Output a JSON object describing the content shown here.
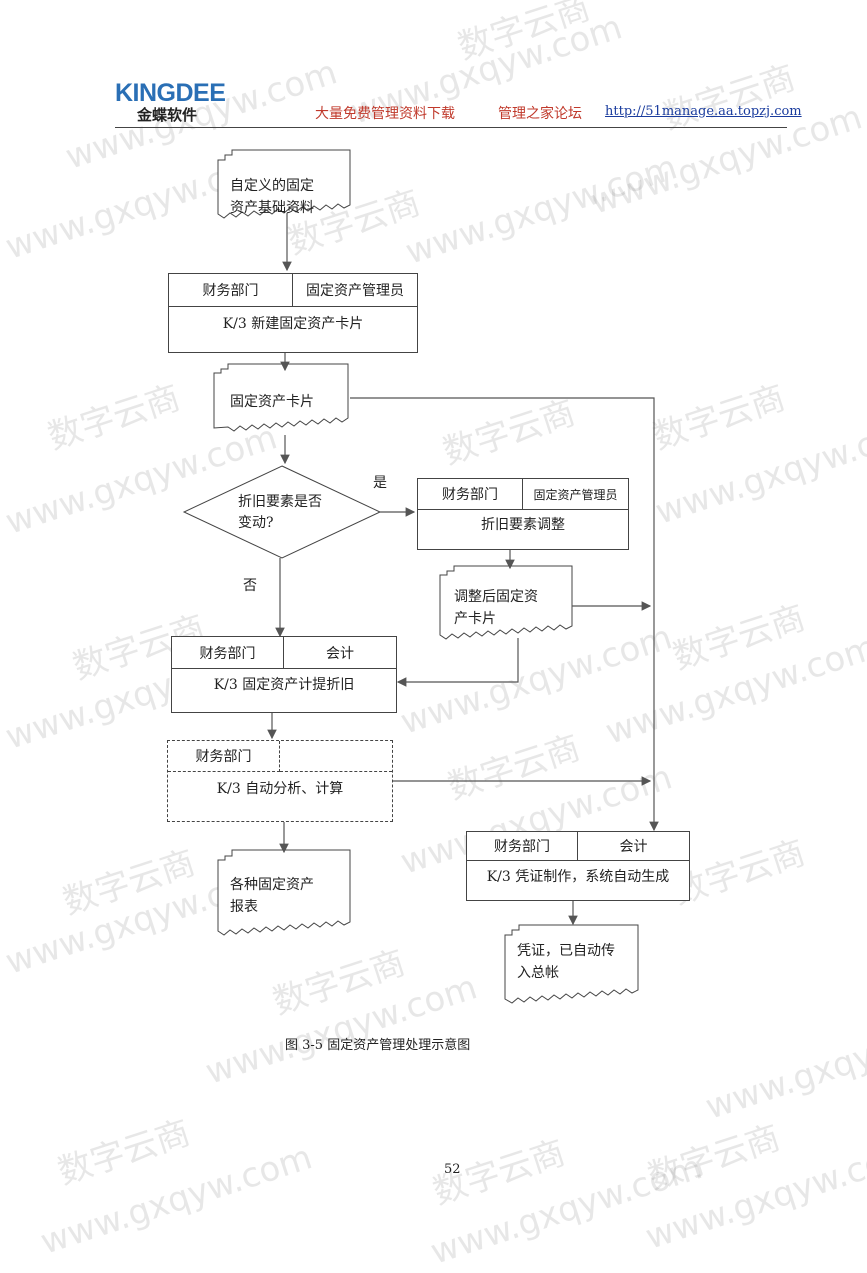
{
  "header": {
    "logo_main": "KINGDEE",
    "logo_sub": "金蝶软件",
    "slogan": "大量免费管理资料下载",
    "forum": "管理之家论坛",
    "link": "http://51manage.aa.topzj.com"
  },
  "watermarks": [
    "数字云商",
    "www.gxqyw.com"
  ],
  "flow": {
    "doc_custom": [
      "自定义的固定",
      "资产基础资料"
    ],
    "box_new": {
      "dept": "财务部门",
      "role": "固定资产管理员",
      "action": "K/3 新建固定资产卡片"
    },
    "doc_card": "固定资产卡片",
    "decision": [
      "折旧要素是否",
      "变动?"
    ],
    "yes": "是",
    "no": "否",
    "box_adjust": {
      "dept": "财务部门",
      "role": "固定资产管理员",
      "action": "折旧要素调整"
    },
    "doc_adjusted": [
      "调整后固定资",
      "产卡片"
    ],
    "box_depr": {
      "dept": "财务部门",
      "role": "会计",
      "action": "K/3 固定资产计提折旧"
    },
    "box_auto": {
      "dept": "财务部门",
      "action": "K/3 自动分析、计算"
    },
    "doc_reports": [
      "各种固定资产",
      "报表"
    ],
    "box_voucher": {
      "dept": "财务部门",
      "role": "会计",
      "action": "K/3 凭证制作，系统自动生成"
    },
    "doc_voucher": [
      "凭证，已自动传",
      "入总帐"
    ]
  },
  "caption": "图 3-5  固定资产管理处理示意图",
  "page_number": "52"
}
